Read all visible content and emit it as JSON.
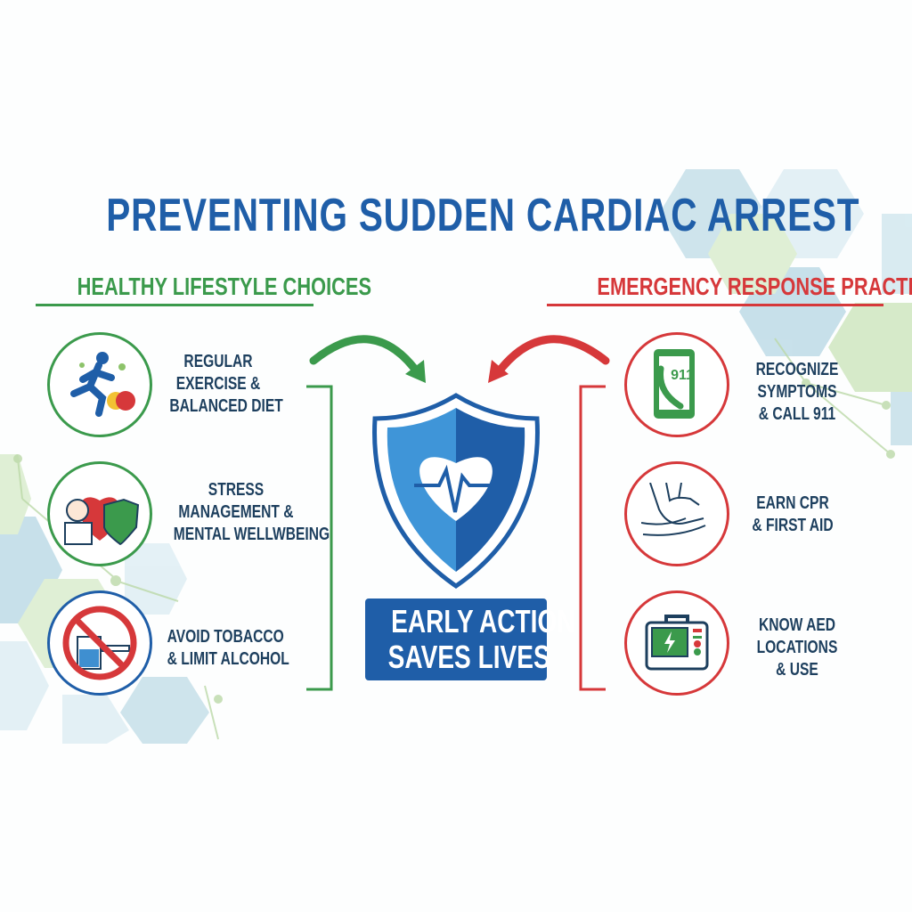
{
  "title": "PREVENTING SUDDEN CARDIAC ARREST",
  "left_section": {
    "heading": "HEALTHY LIFESTYLE CHOICES",
    "color": "#3b9a4c",
    "items": [
      {
        "icon": "runner-fruit-icon",
        "lines": [
          "REGULAR",
          "EXERCISE &",
          "BALANCED DIET"
        ]
      },
      {
        "icon": "person-heart-shield-icon",
        "lines": [
          "STRESS",
          "MANAGEMENT &",
          "MENTAL WELLWBEING"
        ]
      },
      {
        "icon": "no-smoking-alcohol-icon",
        "lines": [
          "AVOID TOBACCO",
          "& LIMIT ALCOHOL"
        ]
      }
    ]
  },
  "right_section": {
    "heading": "EMERGENCY RESPONSE PRACTICES",
    "color": "#d6383a",
    "items": [
      {
        "icon": "phone-911-icon",
        "icon_text": "911",
        "lines": [
          "RECOGNIZE",
          "SYMPTOMS",
          "& CALL 911"
        ]
      },
      {
        "icon": "cpr-hands-icon",
        "lines": [
          "EARN CPR",
          "& FIRST AID"
        ]
      },
      {
        "icon": "aed-device-icon",
        "lines": [
          "KNOW AED",
          "LOCATIONS",
          "& USE"
        ]
      }
    ]
  },
  "center": {
    "icon": "shield-heart-ecg-icon",
    "banner_lines": [
      "EARLY ACTION",
      "SAVES LIVES"
    ],
    "color": "#1f5ea8"
  }
}
